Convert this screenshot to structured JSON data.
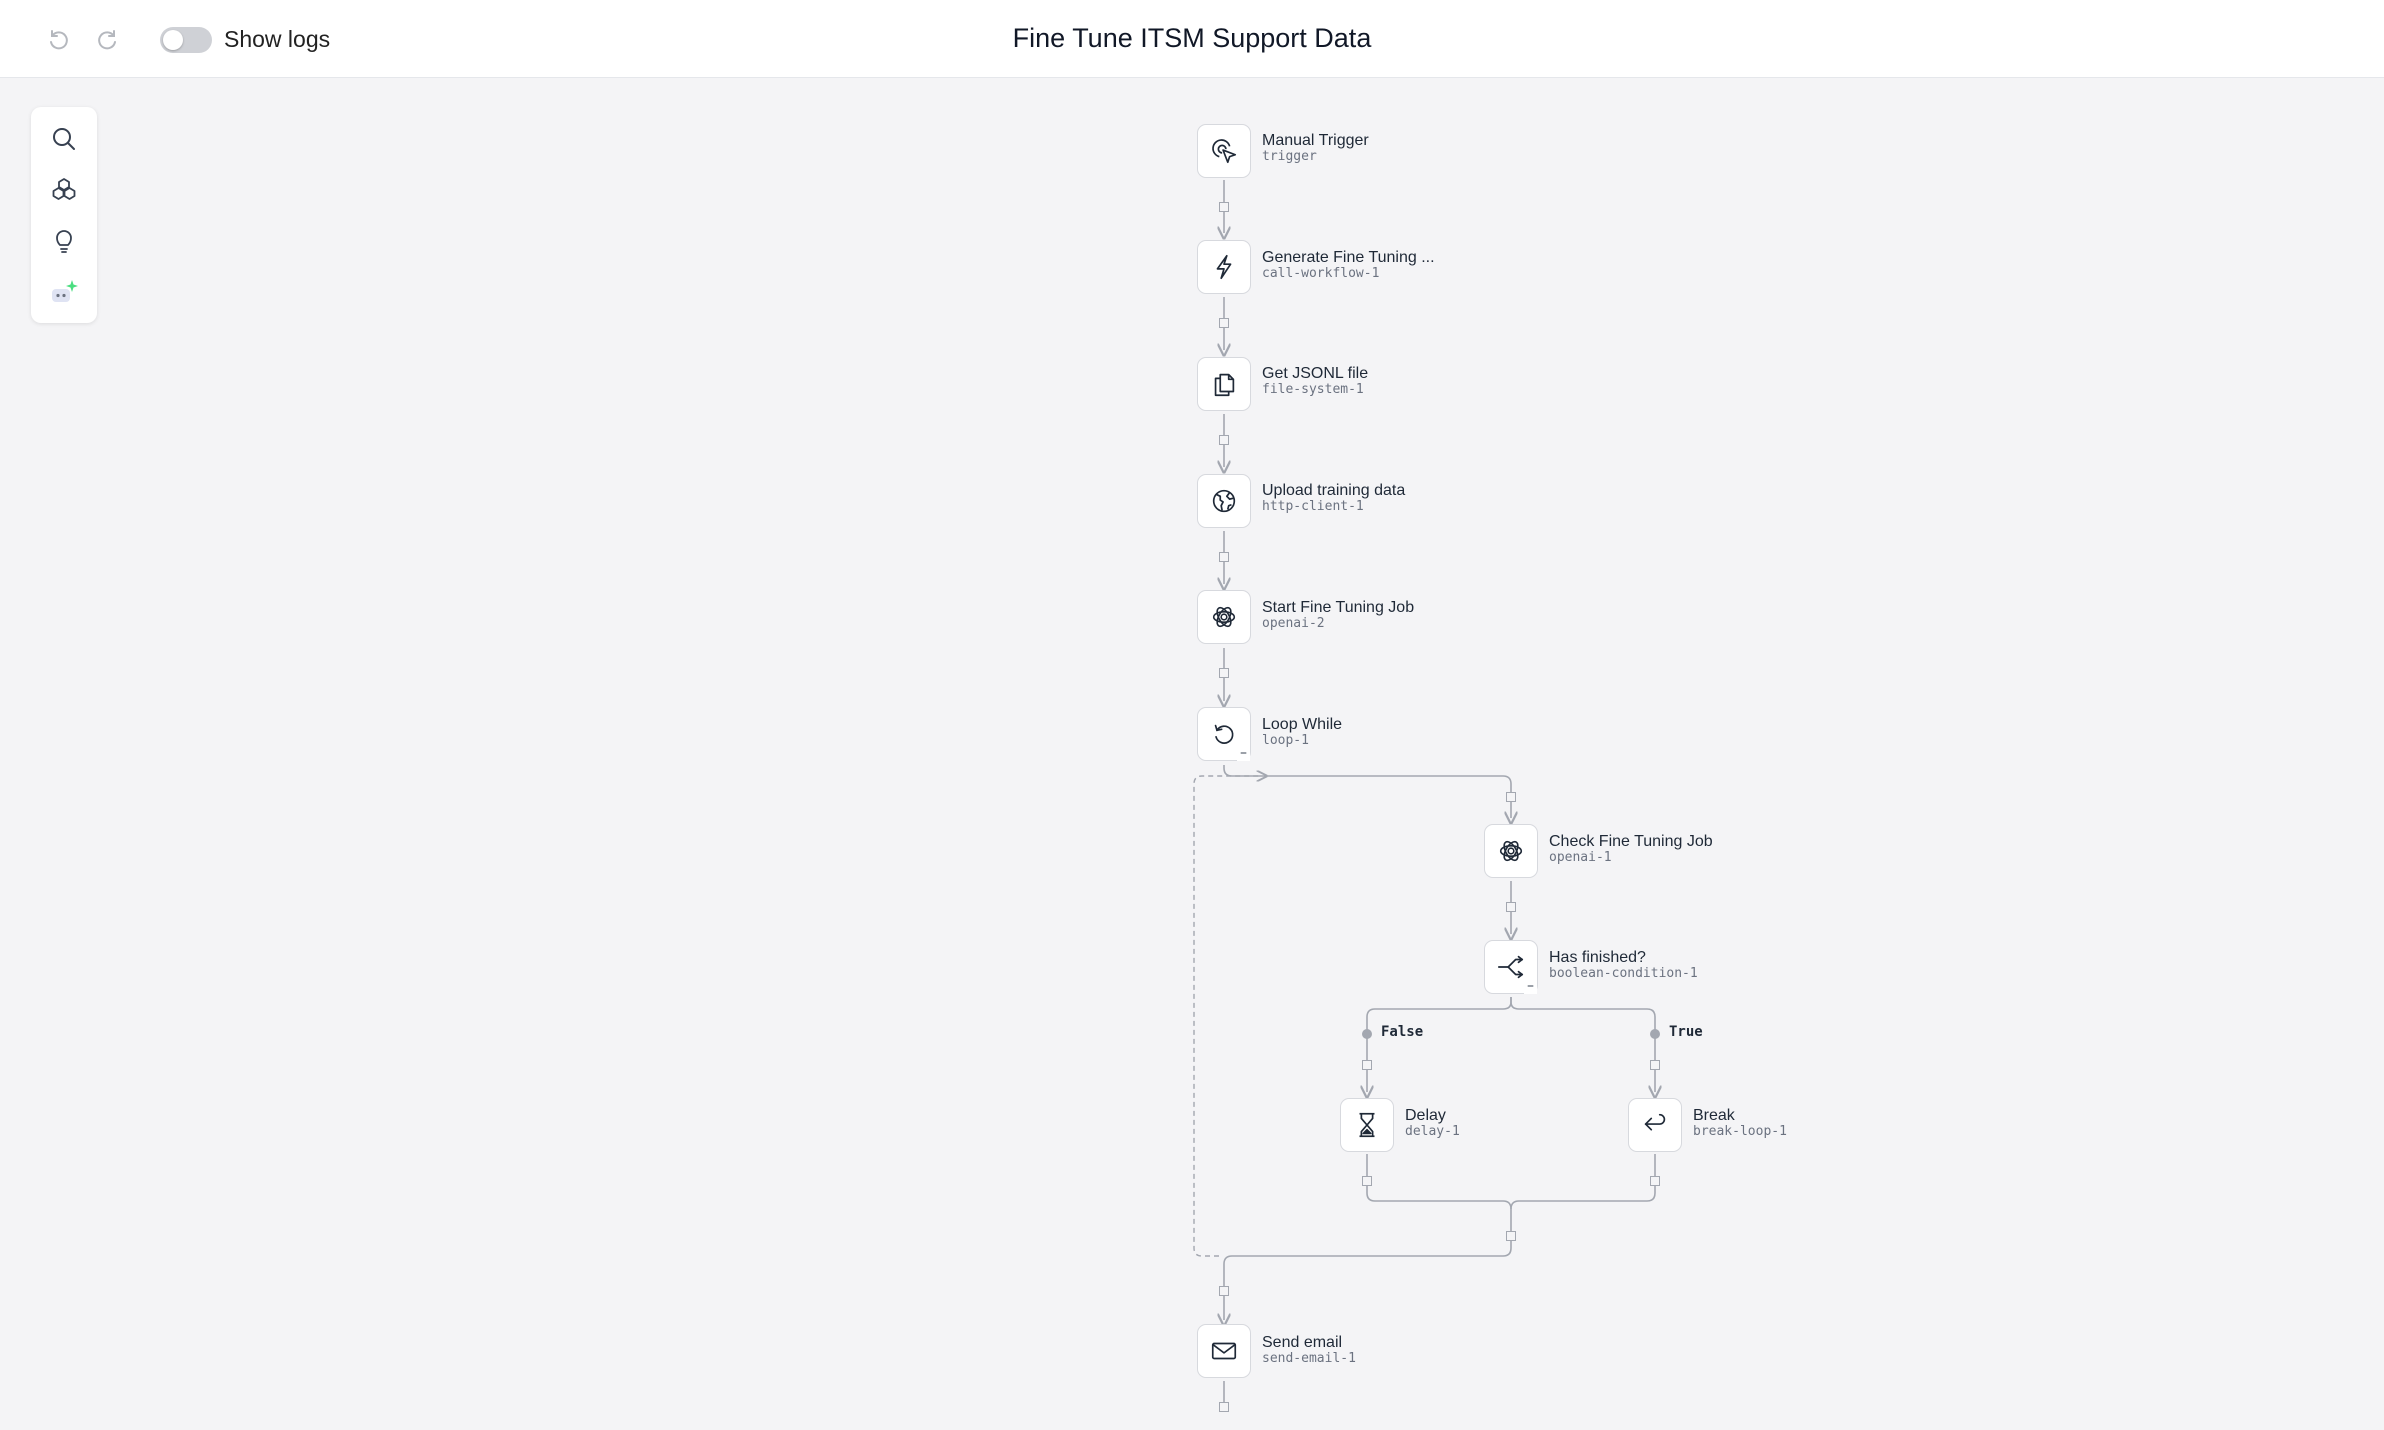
{
  "header": {
    "title": "Fine Tune ITSM Support Data",
    "show_logs_label": "Show logs",
    "show_logs_on": false
  },
  "toolbox": [
    {
      "icon": "search-icon"
    },
    {
      "icon": "components-icon"
    },
    {
      "icon": "lightbulb-icon"
    },
    {
      "icon": "ai-assistant-icon"
    }
  ],
  "nodes": {
    "manual_trigger": {
      "title": "Manual Trigger",
      "id": "trigger",
      "icon": "cursor-click-icon"
    },
    "generate_data": {
      "title": "Generate Fine Tuning ...",
      "id": "call-workflow-1",
      "icon": "lightning-icon"
    },
    "get_jsonl": {
      "title": "Get JSONL file",
      "id": "file-system-1",
      "icon": "files-icon"
    },
    "upload_training": {
      "title": "Upload training data",
      "id": "http-client-1",
      "icon": "globe-icon"
    },
    "start_job": {
      "title": "Start Fine Tuning Job",
      "id": "openai-2",
      "icon": "openai-icon"
    },
    "loop_while": {
      "title": "Loop While",
      "id": "loop-1",
      "icon": "loop-icon"
    },
    "check_job": {
      "title": "Check Fine Tuning Job",
      "id": "openai-1",
      "icon": "openai-icon"
    },
    "has_finished": {
      "title": "Has finished?",
      "id": "boolean-condition-1",
      "icon": "branch-icon"
    },
    "delay": {
      "title": "Delay",
      "id": "delay-1",
      "icon": "hourglass-icon"
    },
    "break": {
      "title": "Break",
      "id": "break-loop-1",
      "icon": "return-arrow-icon"
    },
    "send_email": {
      "title": "Send email",
      "id": "send-email-1",
      "icon": "mail-icon"
    }
  },
  "branches": {
    "false_label": "False",
    "true_label": "True"
  },
  "colors": {
    "edge": "#a3a7b0",
    "node_border": "#d7d9de",
    "canvas": "#f4f4f6",
    "ai_accent": "#4ade80"
  }
}
